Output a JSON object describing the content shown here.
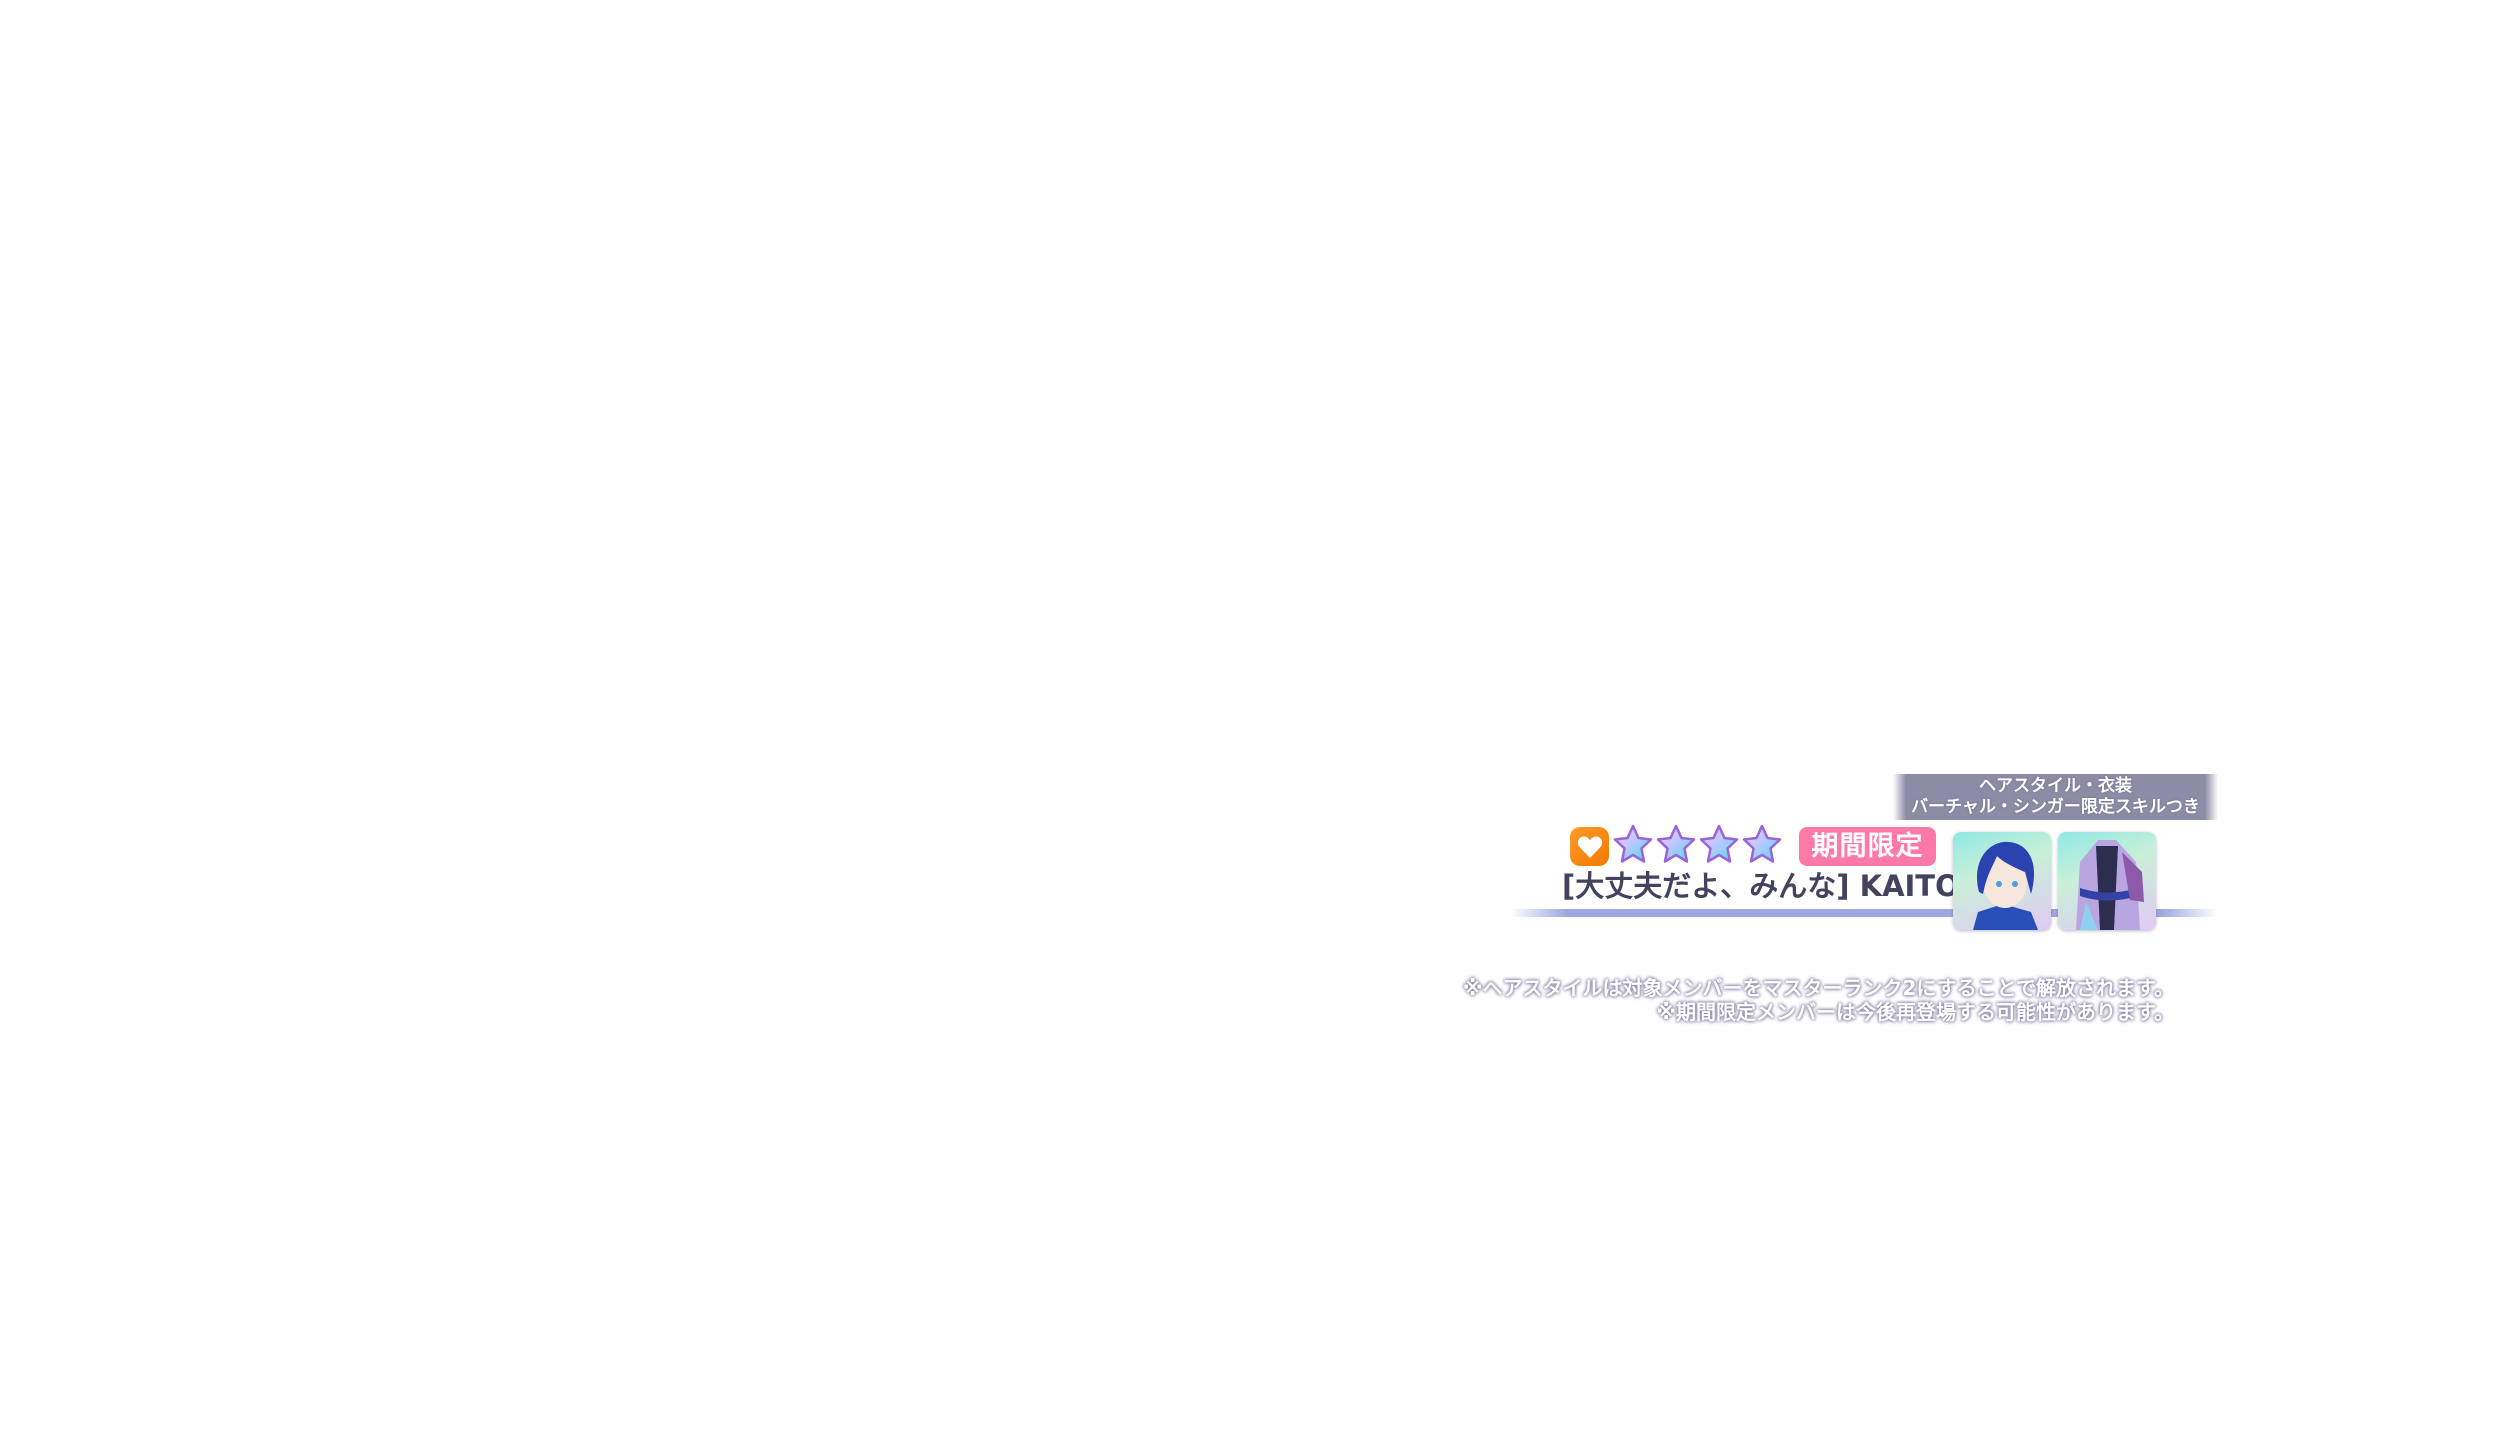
{
  "banner": {
    "line1": "ヘアスタイル・衣装",
    "line2": "バーチャル・シンガー限定スキルつき"
  },
  "card": {
    "attribute_icon": "heart-icon",
    "rarity_stars": 4,
    "limited_badge": "期間限定",
    "title": "[大丈夫だよ、みんな] KAITO",
    "rewards": [
      {
        "icon": "hairstyle-portrait"
      },
      {
        "icon": "costume-portrait"
      }
    ]
  },
  "notes": {
    "line1": "※ヘアスタイルは対象メンバーをマスターランク2にすることで解放されます。",
    "line2": "※期間限定メンバーは今後再登場する可能性があります。"
  },
  "colors": {
    "banner_bg": "#8d8ca6",
    "badge_bg": "#ff79a8",
    "heart_bg": "#f47a00",
    "title_text": "#44435f",
    "underline": "#9ea8df"
  }
}
